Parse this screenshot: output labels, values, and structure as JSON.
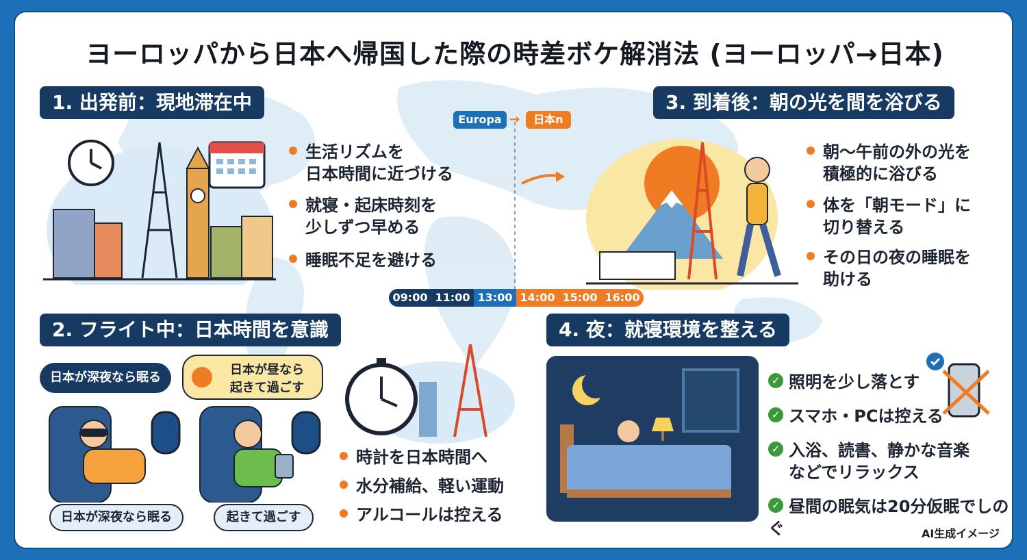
{
  "title": "ヨーロッパから日本へ帰国した際の時差ボケ解消法 (ヨーロッパ→日本)",
  "center": {
    "from_label": "Europa",
    "to_label": "日本n",
    "times": [
      "09:00",
      "11:00",
      "13:00",
      "14:00",
      "15:00",
      "16:00"
    ]
  },
  "section1": {
    "header": "1. 出発前：現地滞在中",
    "bullets": [
      {
        "line1": "生活リズムを",
        "line2": "日本時間に近づける"
      },
      {
        "line1": "就寝・起床時刻を",
        "line2": "少しずつ早める"
      },
      {
        "line1": "睡眠不足を避ける",
        "line2": ""
      }
    ]
  },
  "section2": {
    "header": "2. フライト中：日本時間を意識",
    "bubble_left": "日本が深夜なら眠る",
    "bubble_right_line1": "日本が昼なら",
    "bubble_right_line2": "起きて過ごす",
    "caption_left": "日本が深夜なら眠る",
    "caption_right": "起きて過ごす",
    "bullets": [
      "時計を日本時間へ",
      "水分補給、軽い運動",
      "アルコールは控える"
    ]
  },
  "section3": {
    "header": "3. 到着後：朝の光を間を浴びる",
    "bullets": [
      {
        "line1": "朝〜午前の外の光を",
        "line2": "積極的に浴びる"
      },
      {
        "line1": "体を「朝モード」に",
        "line2": "切り替える"
      },
      {
        "line1": "その日の夜の睡眠を",
        "line2": "助ける"
      }
    ]
  },
  "section4": {
    "header": "4. 夜：就寝環境を整える",
    "checks": [
      {
        "line1": "照明を少し落とす",
        "line2": ""
      },
      {
        "line1": "スマホ・PCは控える",
        "line2": ""
      },
      {
        "line1": "入浴、読書、静かな音楽",
        "line2": "などでリラックス"
      },
      {
        "line1": "昼間の眠気は20分仮眠でしのぐ",
        "line2": ""
      }
    ]
  },
  "footer": "AI生成イメージ",
  "colors": {
    "navy": "#173a63",
    "orange": "#ef7c22",
    "blue": "#1d6fb8",
    "green": "#3a9a3a"
  },
  "icons": [
    "clock-icon",
    "calendar-icon",
    "eiffel-tower-icon",
    "big-ben-icon",
    "sun-icon",
    "tokyo-tower-icon",
    "mount-fuji-icon",
    "stopwatch-icon",
    "moon-icon",
    "phone-icon",
    "check-icon",
    "airplane-window-icon",
    "sleep-mask-icon",
    "tablet-icon"
  ]
}
